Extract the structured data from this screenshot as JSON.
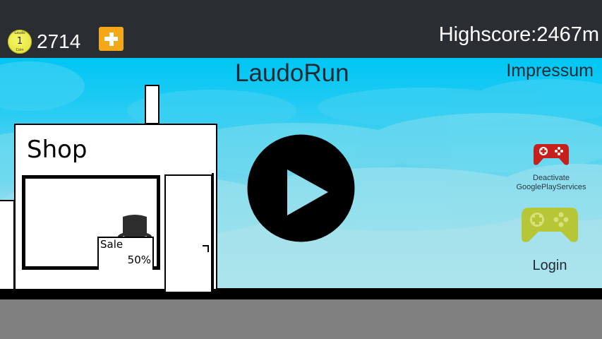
{
  "header": {
    "coin_icon": {
      "top_text": "Laudo",
      "value": "1",
      "bottom_text": "Coin"
    },
    "coins": "2714",
    "add_coins_icon": "plus-icon",
    "highscore": "Highscore:2467m"
  },
  "main": {
    "title": "LaudoRun",
    "impressum": "Impressum",
    "play_icon": "play-icon"
  },
  "shop": {
    "label": "Shop",
    "sale_text": "Sale",
    "sale_percent": "50%",
    "hat_icon": "top-hat-icon"
  },
  "google_play": {
    "deactivate_label_line1": "Deactivate",
    "deactivate_label_line2": "GooglePlayServices",
    "deactivate_icon_color": "#c5201b",
    "login_label": "Login",
    "login_icon_color": "#b6c637"
  },
  "colors": {
    "topbar": "#2a2d31",
    "sky_top": "#00c6f4",
    "sky_bottom": "#ade4ec",
    "ground": "#808080",
    "plus_button": "#f5a817",
    "coin": "#eceb47"
  }
}
